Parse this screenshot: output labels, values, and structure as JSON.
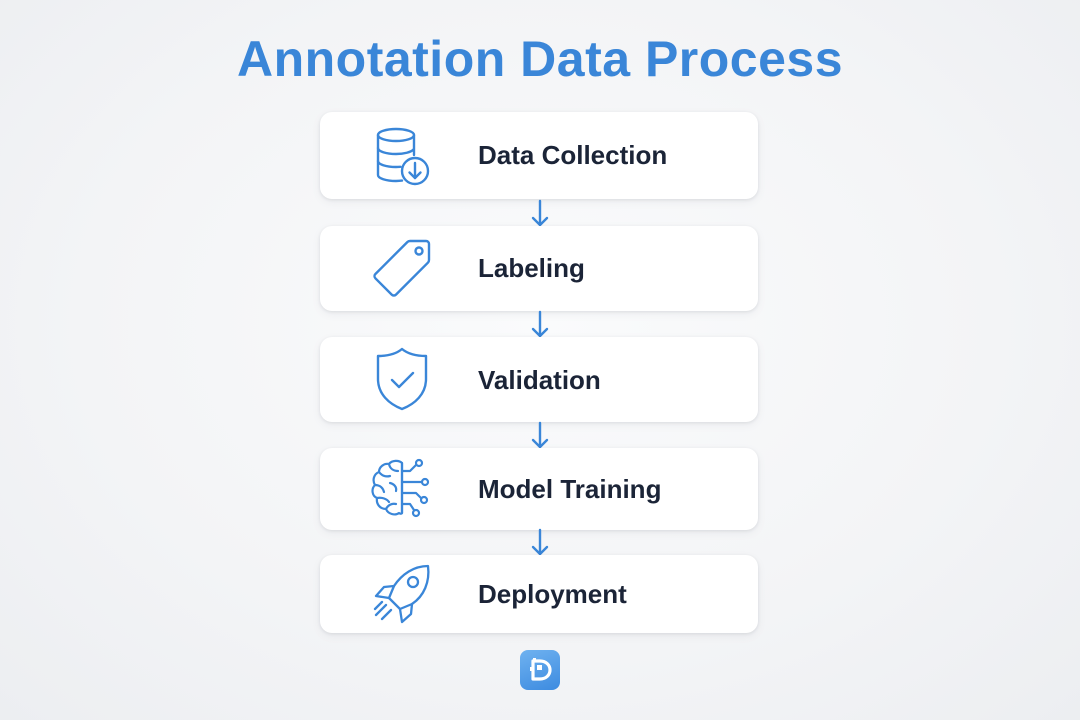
{
  "title": "Annotation Data Process",
  "accent_color": "#3a86d8",
  "text_color": "#1b2437",
  "steps": [
    {
      "label": "Data Collection",
      "icon": "database-download-icon"
    },
    {
      "label": "Labeling",
      "icon": "tag-icon"
    },
    {
      "label": "Validation",
      "icon": "shield-check-icon"
    },
    {
      "label": "Model Training",
      "icon": "brain-circuit-icon"
    },
    {
      "label": "Deployment",
      "icon": "rocket-icon"
    }
  ],
  "logo": "d-logo-icon"
}
